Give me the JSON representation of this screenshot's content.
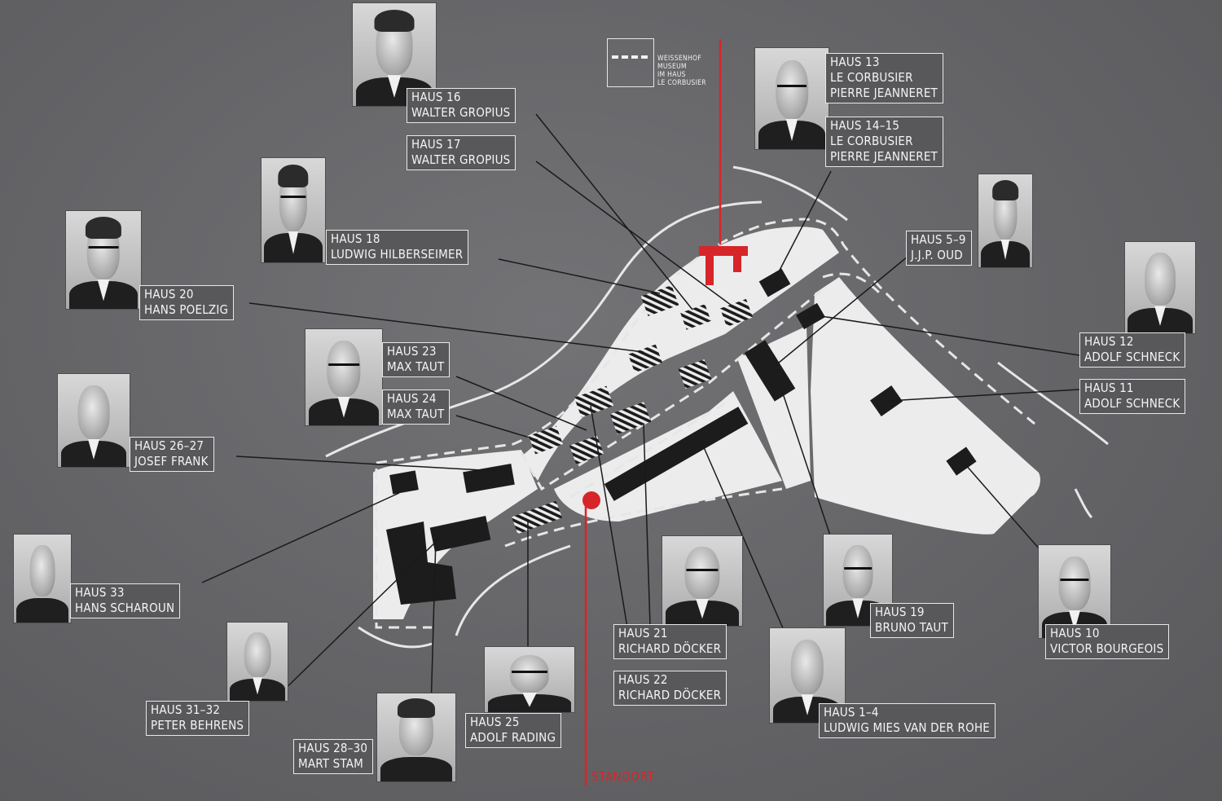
{
  "colors": {
    "background": "#646467",
    "site": "#ececec",
    "building": "#1c1c1c",
    "accent_red": "#d6262a",
    "label_border": "#e8e8e8"
  },
  "legend": {
    "museum_lines": [
      "WEISSENHOF",
      "MUSEUM",
      "IM HAUS",
      "LE CORBUSIER"
    ]
  },
  "standort_label": "STANDORT",
  "houses": [
    {
      "id": "h16",
      "lines": [
        "HAUS 16",
        "WALTER GROPIUS"
      ]
    },
    {
      "id": "h17",
      "lines": [
        "HAUS 17",
        "WALTER GROPIUS"
      ]
    },
    {
      "id": "h18",
      "lines": [
        "HAUS 18",
        "LUDWIG HILBERSEIMER"
      ]
    },
    {
      "id": "h20",
      "lines": [
        "HAUS 20",
        "HANS POELZIG"
      ]
    },
    {
      "id": "h23",
      "lines": [
        "HAUS 23",
        "MAX TAUT"
      ]
    },
    {
      "id": "h24",
      "lines": [
        "HAUS 24",
        "MAX TAUT"
      ]
    },
    {
      "id": "h26",
      "lines": [
        "HAUS 26–27",
        "JOSEF FRANK"
      ]
    },
    {
      "id": "h33",
      "lines": [
        "HAUS 33",
        "HANS SCHAROUN"
      ]
    },
    {
      "id": "h31",
      "lines": [
        "HAUS 31–32",
        "PETER BEHRENS"
      ]
    },
    {
      "id": "h28",
      "lines": [
        "HAUS 28–30",
        "MART STAM"
      ]
    },
    {
      "id": "h25",
      "lines": [
        "HAUS 25",
        "ADOLF RADING"
      ]
    },
    {
      "id": "h21",
      "lines": [
        "HAUS 21",
        "RICHARD DÖCKER"
      ]
    },
    {
      "id": "h22",
      "lines": [
        "HAUS 22",
        "RICHARD DÖCKER"
      ]
    },
    {
      "id": "h1",
      "lines": [
        "HAUS 1–4",
        "LUDWIG MIES VAN DER ROHE"
      ]
    },
    {
      "id": "h19",
      "lines": [
        "HAUS 19",
        "BRUNO TAUT"
      ]
    },
    {
      "id": "h10",
      "lines": [
        "HAUS 10",
        "VICTOR BOURGEOIS"
      ]
    },
    {
      "id": "h13",
      "lines": [
        "HAUS 13",
        "LE CORBUSIER",
        "PIERRE JEANNERET"
      ]
    },
    {
      "id": "h14",
      "lines": [
        "HAUS 14–15",
        "LE CORBUSIER",
        "PIERRE JEANNERET"
      ]
    },
    {
      "id": "h5",
      "lines": [
        "HAUS 5–9",
        "J.J.P. OUD"
      ]
    },
    {
      "id": "h12",
      "lines": [
        "HAUS 12",
        "ADOLF SCHNECK"
      ]
    },
    {
      "id": "h11",
      "lines": [
        "HAUS 11",
        "ADOLF SCHNECK"
      ]
    }
  ]
}
